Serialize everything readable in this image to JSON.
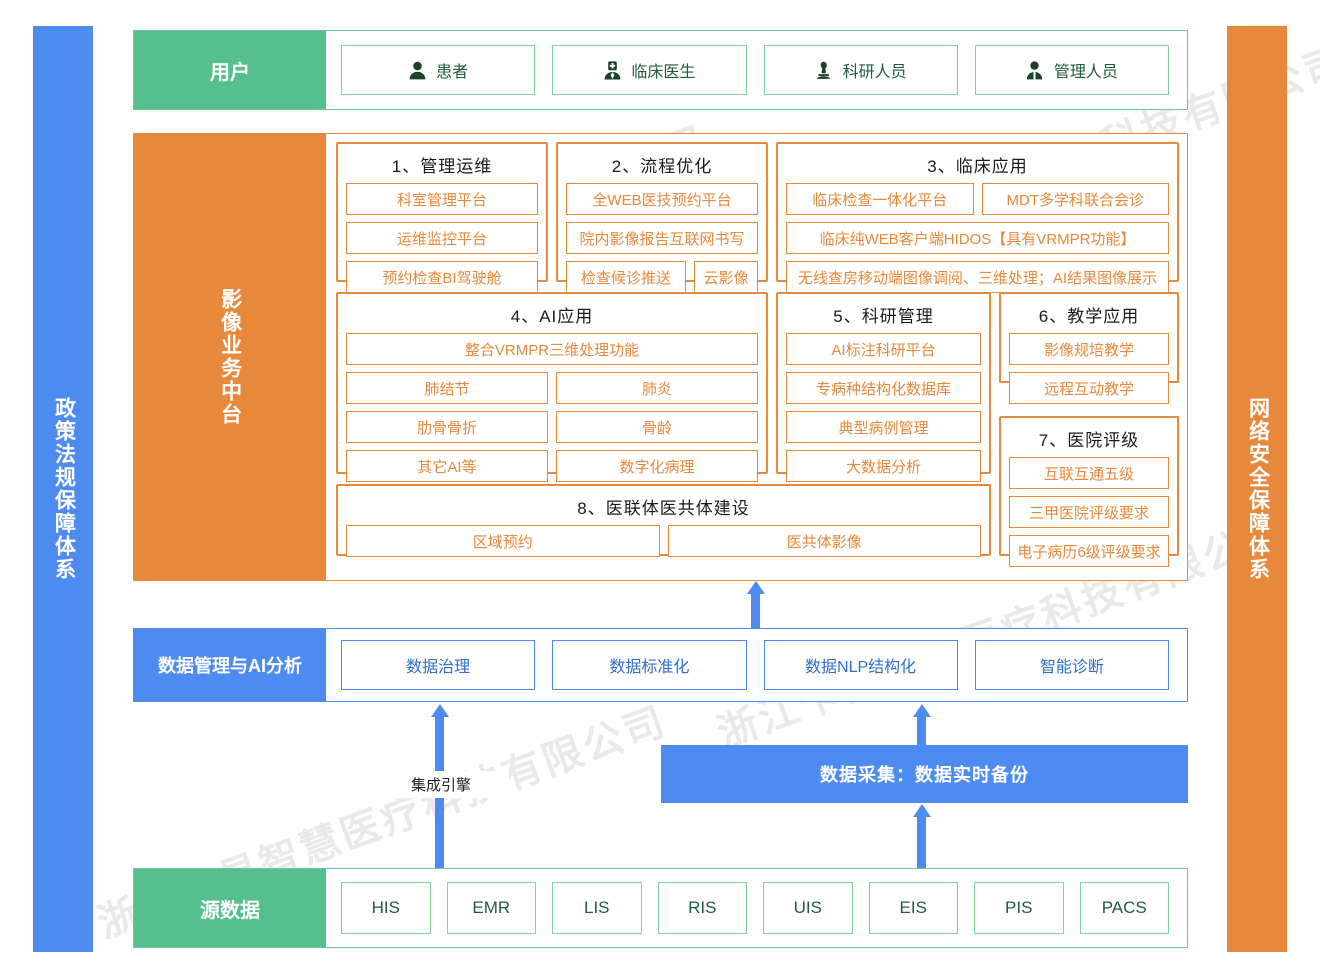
{
  "sides": {
    "left": "政策法规保障体系",
    "right": "网络安全保障体系"
  },
  "users": {
    "label": "用户",
    "items": [
      {
        "icon": "user-icon",
        "label": "患者"
      },
      {
        "icon": "doctor-icon",
        "label": "临床医生"
      },
      {
        "icon": "microscope-icon",
        "label": "科研人员"
      },
      {
        "icon": "manager-icon",
        "label": "管理人员"
      }
    ]
  },
  "middle": {
    "label": "影像业务中台",
    "groups": [
      {
        "title": "1、管理运维",
        "rows": [
          [
            "科室管理平台"
          ],
          [
            "运维监控平台"
          ],
          [
            "预约检查BI驾驶舱"
          ]
        ]
      },
      {
        "title": "2、流程优化",
        "rows": [
          [
            "全WEB医技预约平台"
          ],
          [
            "院内影像报告互联网书写"
          ],
          [
            "检查候诊推送",
            "云影像"
          ]
        ]
      },
      {
        "title": "3、临床应用",
        "rows": [
          [
            "临床检查一体化平台",
            "MDT多学科联合会诊"
          ],
          [
            "临床纯WEB客户端HIDOS【具有VRMPR功能】"
          ],
          [
            "无线查房移动端图像调阅、三维处理；AI结果图像展示"
          ]
        ]
      },
      {
        "title": "4、AI应用",
        "rows": [
          [
            "整合VRMPR三维处理功能"
          ],
          [
            "肺结节",
            "肺炎"
          ],
          [
            "肋骨骨折",
            "骨龄"
          ],
          [
            "其它AI等",
            "数字化病理"
          ]
        ]
      },
      {
        "title": "5、科研管理",
        "rows": [
          [
            "AI标注科研平台"
          ],
          [
            "专病种结构化数据库"
          ],
          [
            "典型病例管理"
          ],
          [
            "大数据分析"
          ]
        ]
      },
      {
        "title": "6、教学应用",
        "rows": [
          [
            "影像规培教学"
          ],
          [
            "远程互动教学"
          ]
        ]
      },
      {
        "title": "7、医院评级",
        "rows": [
          [
            "互联互通五级"
          ],
          [
            "三甲医院评级要求"
          ],
          [
            "电子病历6级评级要求"
          ]
        ]
      },
      {
        "title": "8、医联体医共体建设",
        "rows": [
          [
            "区域预约",
            "医共体影像"
          ]
        ]
      }
    ]
  },
  "data_layer": {
    "label": "数据管理与AI分析",
    "items": [
      "数据治理",
      "数据标准化",
      "数据NLP结构化",
      "智能诊断"
    ]
  },
  "collection": {
    "bar_label": "数据采集：数据实时备份",
    "engine_label": "集成引擎"
  },
  "source": {
    "label": "源数据",
    "items": [
      "HIS",
      "EMR",
      "LIS",
      "RIS",
      "UIS",
      "EIS",
      "PIS",
      "PACS"
    ]
  },
  "watermark": "浙江卡易智慧医疗科技有限公司",
  "colors": {
    "green": "#56c08d",
    "green_border": "#7fd0a5",
    "orange": "#e8883a",
    "blue": "#4d8bf0",
    "text_dark": "#1a1a1a"
  }
}
